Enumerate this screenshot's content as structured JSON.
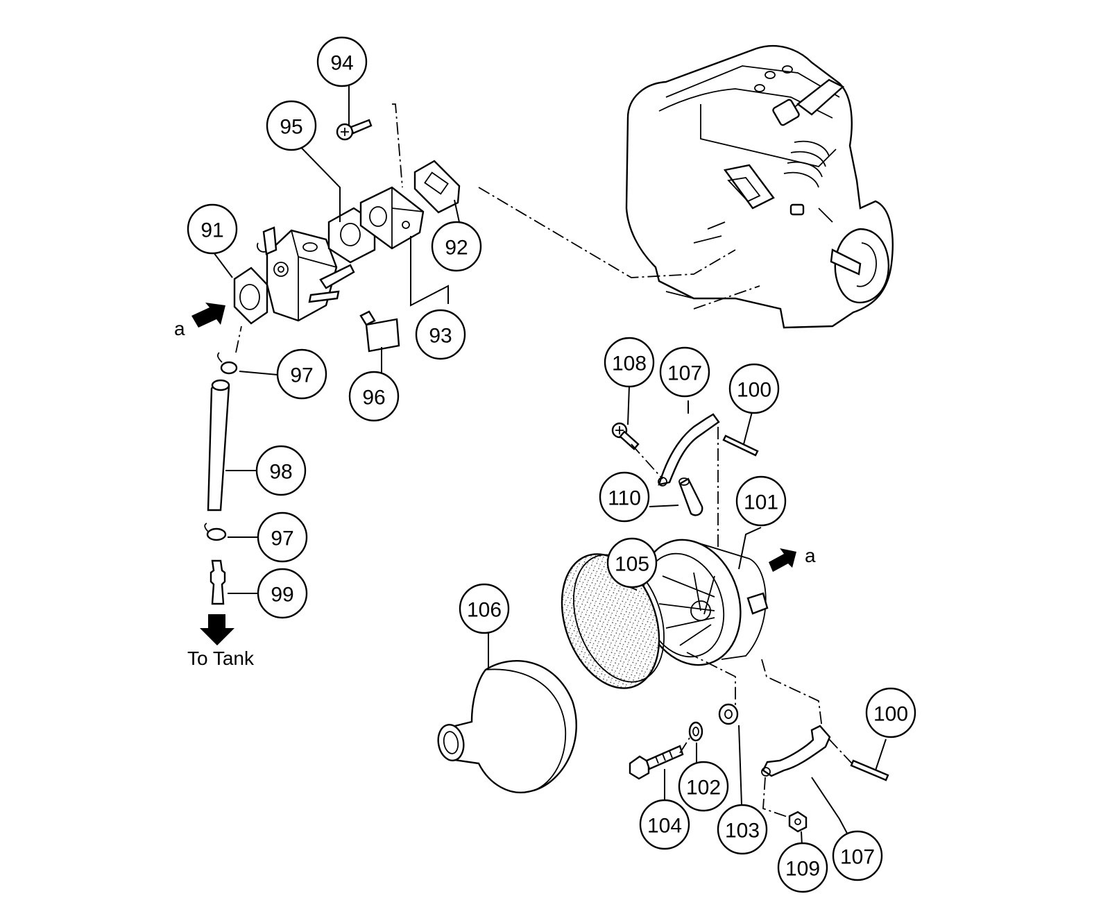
{
  "callouts": [
    {
      "id": "91",
      "label": "91"
    },
    {
      "id": "92",
      "label": "92"
    },
    {
      "id": "93",
      "label": "93"
    },
    {
      "id": "94",
      "label": "94"
    },
    {
      "id": "95",
      "label": "95"
    },
    {
      "id": "96",
      "label": "96"
    },
    {
      "id": "97a",
      "label": "97"
    },
    {
      "id": "97b",
      "label": "97"
    },
    {
      "id": "98",
      "label": "98"
    },
    {
      "id": "99",
      "label": "99"
    },
    {
      "id": "100a",
      "label": "100"
    },
    {
      "id": "100b",
      "label": "100"
    },
    {
      "id": "101",
      "label": "101"
    },
    {
      "id": "102",
      "label": "102"
    },
    {
      "id": "103",
      "label": "103"
    },
    {
      "id": "104",
      "label": "104"
    },
    {
      "id": "105",
      "label": "105"
    },
    {
      "id": "106",
      "label": "106"
    },
    {
      "id": "107a",
      "label": "107"
    },
    {
      "id": "107b",
      "label": "107"
    },
    {
      "id": "108",
      "label": "108"
    },
    {
      "id": "109",
      "label": "109"
    },
    {
      "id": "110",
      "label": "110"
    }
  ],
  "labels": {
    "connector_a_left": "a",
    "connector_a_right": "a",
    "to_tank": "To Tank"
  }
}
